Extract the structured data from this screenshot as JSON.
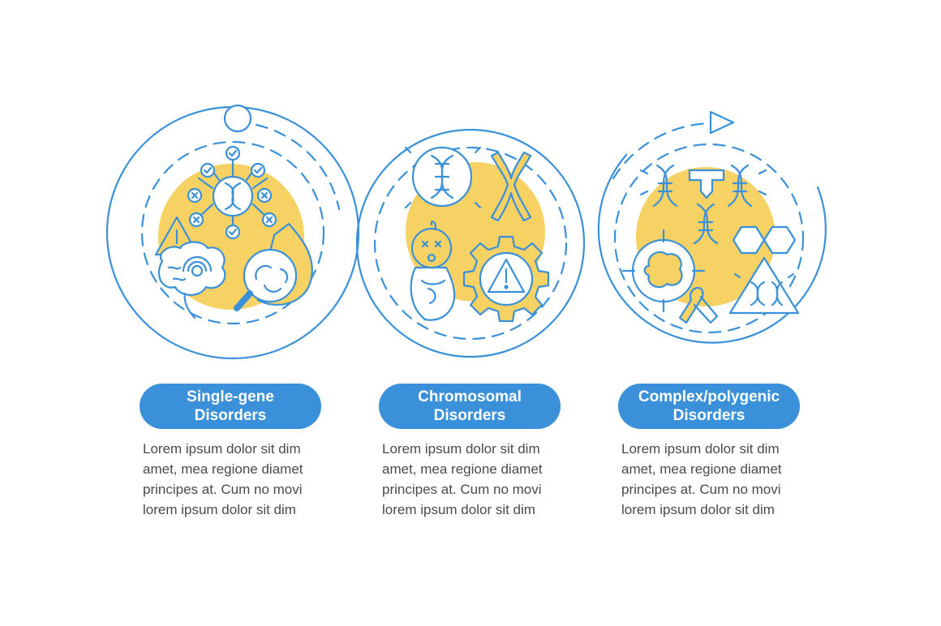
{
  "colors": {
    "blue": "#3a91d9",
    "yellow": "#f6d164",
    "text": "#4a4a4a",
    "background": "#ffffff"
  },
  "steps": [
    {
      "title_lines": [
        "Single-gene",
        "Disorders"
      ],
      "body_lines": [
        "Lorem ipsum dolor sit dim",
        "amet, mea regione diamet",
        "principes at. Cum no movi",
        "lorem ipsum dolor sit dim"
      ],
      "icons": [
        "dna-network-icon",
        "warning-triangle-icon",
        "brain-icon",
        "magnifier-icon"
      ]
    },
    {
      "title_lines": [
        "Chromosomal",
        "Disorders"
      ],
      "body_lines": [
        "Lorem ipsum dolor sit dim",
        "amet, mea regione diamet",
        "principes at. Cum no movi",
        "lorem ipsum dolor sit dim"
      ],
      "icons": [
        "dna-helix-icon",
        "chromosome-icon",
        "baby-icon",
        "gear-warning-icon"
      ]
    },
    {
      "title_lines": [
        "Complex/polygenic",
        "Disorders"
      ],
      "body_lines": [
        "Lorem ipsum dolor sit dim",
        "amet, mea regione diamet",
        "principes at. Cum no movi",
        "lorem ipsum dolor sit dim"
      ],
      "icons": [
        "dna-strands-icon",
        "molecule-icon",
        "target-cell-icon",
        "ribbon-icon",
        "dna-flask-icon"
      ]
    }
  ]
}
